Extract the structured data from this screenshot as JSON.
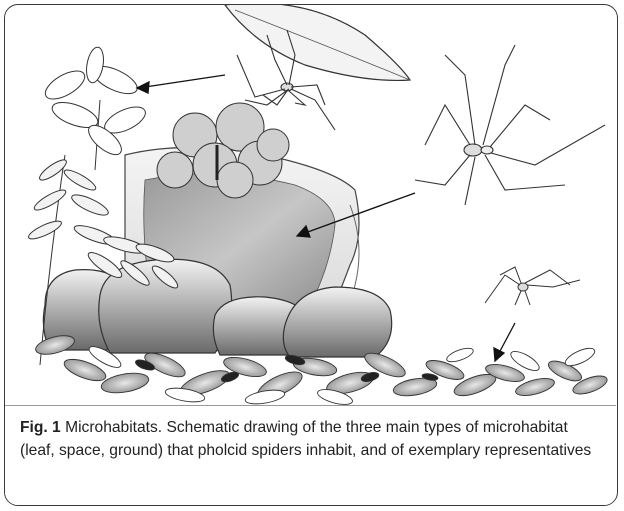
{
  "figure": {
    "label": "Fig. 1",
    "caption": "Microhabitats. Schematic drawing of the three main types of microhabitat (leaf, space, ground) that pholcid spiders inhabit, and of exemplary representatives"
  },
  "illustration": {
    "microhabitats": [
      "leaf",
      "space",
      "ground"
    ],
    "colors": {
      "outline": "#333333",
      "rock_light": "#eeeeee",
      "rock_dark": "#7a7a7a",
      "leaf_fill": "#d4d4d4"
    }
  }
}
